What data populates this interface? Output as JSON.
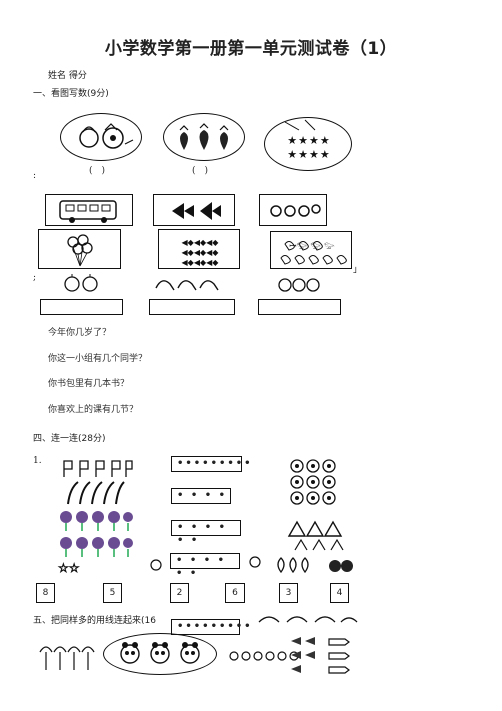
{
  "title": "小学数学第一册第一单元测试卷（1）",
  "name_line": "姓名  得分",
  "section1": "一、看图写数(9分)",
  "paren_1": "(　)",
  "paren_2": "(　)",
  "questions": [
    "今年你几岁了？",
    "你这一小组有几个同学？",
    "你书包里有几本书？",
    "你喜欢上的课有几节？"
  ],
  "section4": "四、连一连(28分)",
  "item1_label": "1.",
  "dot_rows": [
    "•••••••••",
    "• • • •",
    "• • • • • •",
    "• • • • • •"
  ],
  "num_cards": [
    "8",
    "5",
    "2",
    "6",
    "3",
    "4"
  ],
  "section5": "五、把同样多的用线连起来(16",
  "dot_row_last": "•••••••••",
  "edge_marks": [
    ":",
    ";",
    "」"
  ]
}
